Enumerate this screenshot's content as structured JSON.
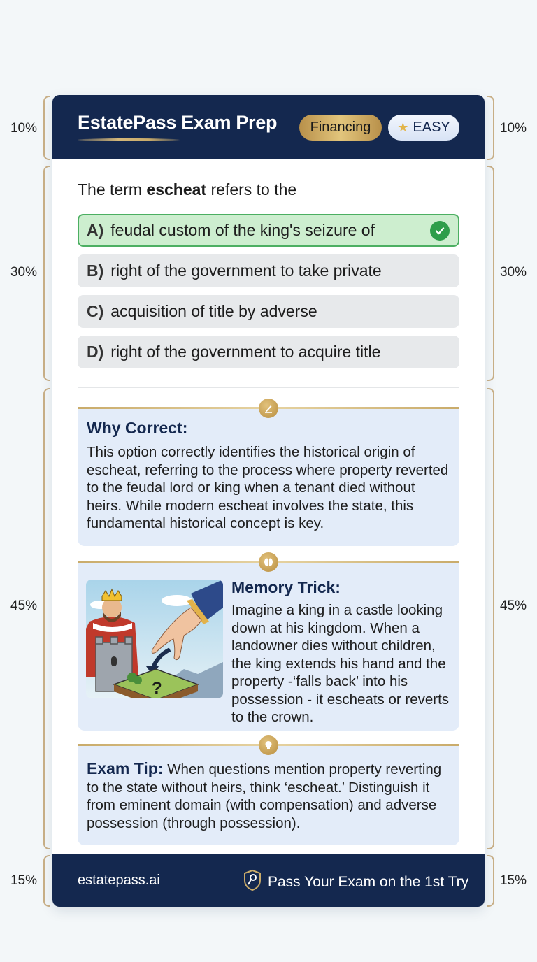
{
  "side_labels": {
    "header": "10%",
    "question": "30%",
    "explanation": "45%",
    "footer": "15%"
  },
  "header": {
    "brand": "EstatePass Exam Prep",
    "topic_badge": "Financing",
    "difficulty_badge": "EASY",
    "difficulty_icon": "star-icon"
  },
  "question": {
    "prefix": "The term ",
    "term": "escheat",
    "suffix": " refers to the"
  },
  "options": [
    {
      "letter": "A)",
      "text": "feudal custom of the king's seizure of",
      "correct": true,
      "icon": "check-circle-icon"
    },
    {
      "letter": "B)",
      "text": "right of the government to take private",
      "correct": false
    },
    {
      "letter": "C)",
      "text": "acquisition of title by adverse",
      "correct": false
    },
    {
      "letter": "D)",
      "text": "right of the government to acquire title",
      "correct": false
    }
  ],
  "why_correct": {
    "icon": "pencil-icon",
    "title": "Why Correct:",
    "body": "This option correctly identifies the historical origin of escheat, referring to the process where property reverted to the feudal lord or king when a tenant died without heirs. While modern escheat involves the state, this fundamental historical concept is key."
  },
  "memory_trick": {
    "icon": "brain-icon",
    "title": "Memory Trick:",
    "body": "Imagine a king in a castle looking down at his kingdom. When a landowner dies without children, the king extends his hand and the property -‘falls back’ into his possession - it escheats or reverts to the crown.",
    "illustration": "king-castle-hand-land-illustration"
  },
  "exam_tip": {
    "icon": "lightbulb-icon",
    "title": "Exam Tip:",
    "body": " When questions mention property reverting to the state without heirs, think ‘escheat.’ Distinguish it from eminent domain (with compensation) and adverse possession (through possession)."
  },
  "footer": {
    "site": "estatepass.ai",
    "tagline": "Pass Your Exam on the 1st Try",
    "tagline_icon": "shield-key-icon"
  },
  "colors": {
    "navy": "#14284f",
    "gold": "#c9ab6a",
    "correct_green": "#2e9d4a",
    "correct_bg": "#cdeecf",
    "section_bg": "#e3ecf9",
    "page_bg": "#f3f7f9"
  }
}
